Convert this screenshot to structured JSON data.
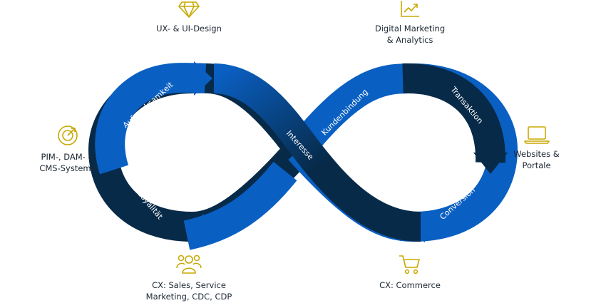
{
  "colors": {
    "navy": "#072a48",
    "blue": "#0a5fc2",
    "accent": "#c8a800",
    "text": "#1c2733"
  },
  "loop_labels": {
    "aufmerksamkeit": "Aufmerksamkeit",
    "interesse": "Interesse",
    "kundenbindung": "Kundenbindung",
    "transaktion": "Transaktion",
    "conversion": "Conversion",
    "loyalitaet": "Loyalität"
  },
  "features": {
    "ux_design": {
      "icon": "diamond-icon",
      "line1": "UX- & UI-Design"
    },
    "digital_marketing": {
      "icon": "trend-chart-icon",
      "line1": "Digital Marketing",
      "line2": "& Analytics"
    },
    "pim": {
      "icon": "target-cursor-icon",
      "line1": "PIM-, DAM- &",
      "line2": "CMS-Systeme"
    },
    "websites": {
      "icon": "laptop-icon",
      "line1": "Websites &",
      "line2": "Portale"
    },
    "cx_sales": {
      "icon": "users-icon",
      "line1": "CX: Sales, Service",
      "line2": "Marketing, CDC, CDP"
    },
    "cx_commerce": {
      "icon": "shopping-cart-icon",
      "line1": "CX: Commerce"
    }
  }
}
